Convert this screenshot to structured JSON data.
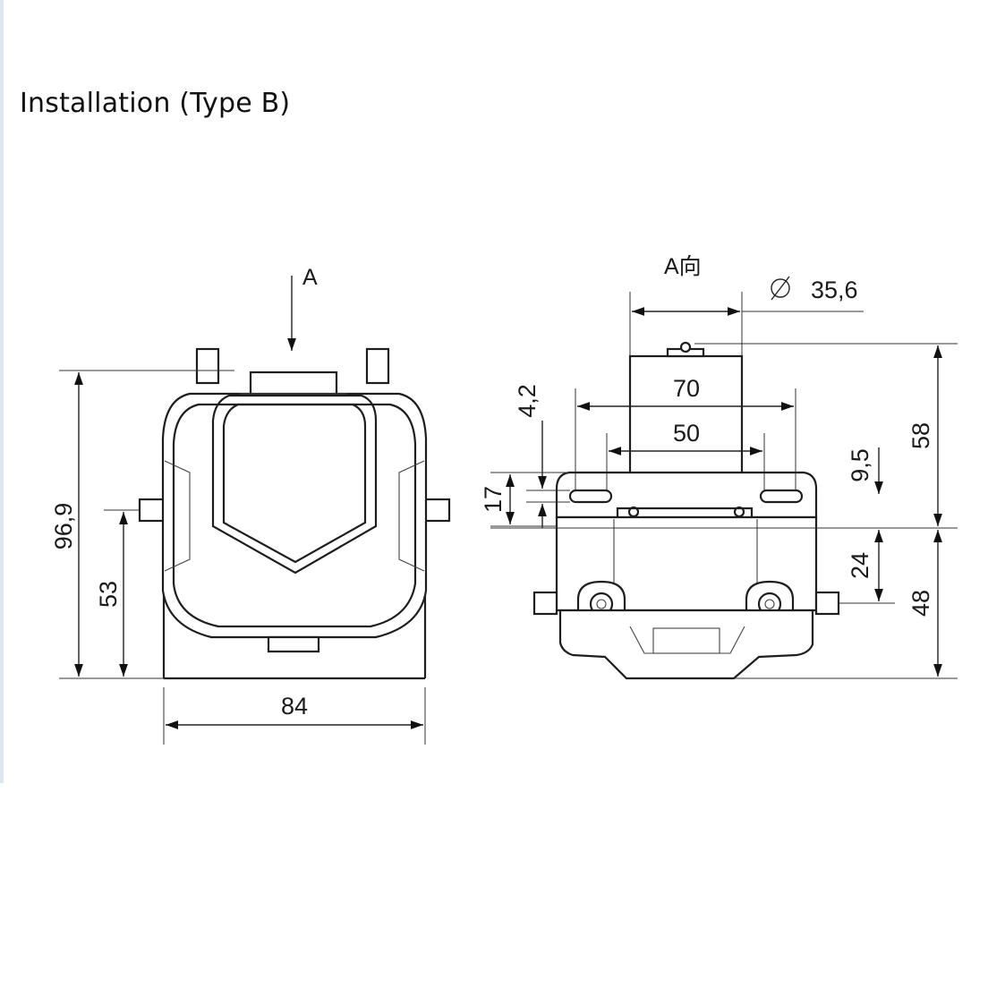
{
  "title": "Installation (Type B)",
  "view_labels": {
    "left_arrow_label": "A",
    "right_view_label": "A向"
  },
  "dimensions": {
    "left_height": "96,9",
    "left_mount_height": "53",
    "left_width": "84",
    "diameter_symbol": "Ø",
    "diameter": "35,6",
    "hole_spacing_outer": "70",
    "hole_spacing_inner": "50",
    "slot_width": "4,2",
    "flange_height": "17",
    "slot_offset": "9,5",
    "top_height": "58",
    "lower_offset": "24",
    "lower_height": "48"
  },
  "colors": {
    "line": "#1e1e1e",
    "background": "#ffffff"
  }
}
